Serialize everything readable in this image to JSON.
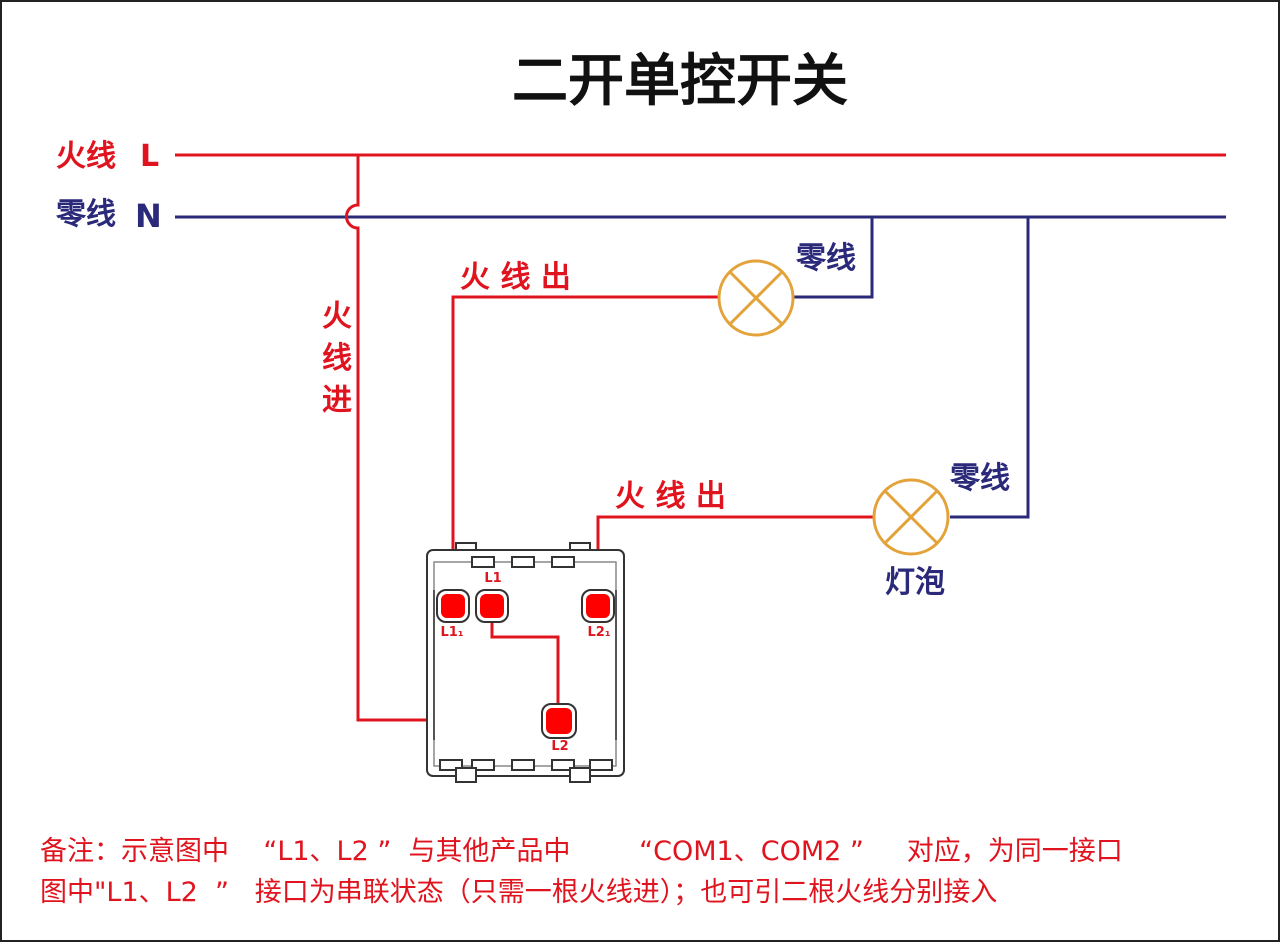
{
  "title": "二开单控开关",
  "colors": {
    "live": "#e0141e",
    "neutral": "#2b2a7a",
    "bulb": "#e3a33a",
    "terminal": "#ff0000",
    "switch_outline": "#333333"
  },
  "mains": {
    "live_label": "火线",
    "live_letter": "L",
    "neutral_label": "零线",
    "neutral_letter": "N"
  },
  "wires": {
    "live_in_chars": [
      "火",
      "线",
      "进"
    ],
    "live_out_1": "火 线 出",
    "live_out_2": "火 线 出",
    "neutral_1": "零线",
    "neutral_2": "零线"
  },
  "bulb_label": "灯泡",
  "terminals": {
    "l1_top": "L1",
    "l1_1": "L1₁",
    "l2_1": "L2₁",
    "l2": "L2"
  },
  "icons": {
    "bulb": "lamp-cross-icon",
    "switch": "two-gang-switch-icon"
  },
  "notes": {
    "line1": "备注：示意图中    “L1、L2 ”  与其他产品中        “COM1、COM2 ”     对应，为同一接口",
    "line2": "图中\"L1、L2  ”   接口为串联状态（只需一根火线进）；也可引二根火线分别接入"
  }
}
